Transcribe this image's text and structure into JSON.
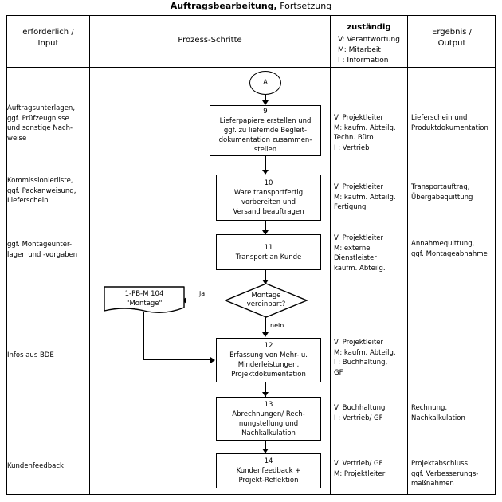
{
  "title": {
    "bold": "Auftragsbearbeitung,",
    "regular": "Fortsetzung"
  },
  "table": {
    "headers": {
      "input": "erforderlich /\nInput",
      "process": "Prozess-Schritte",
      "responsible_title": "zuständig",
      "responsible_legend": "V: Verantwortung\nM: Mitarbeit\nI : Information",
      "output": "Ergebnis /\nOutput"
    }
  },
  "inputs": [
    {
      "id": "input-9",
      "text": "Auftragsunterlagen,\nggf. Prüfzeugnisse\nund sonstige Nach-\nweise"
    },
    {
      "id": "input-10",
      "text": "Kommissionierliste,\nggf. Packanweisung,\nLieferschein"
    },
    {
      "id": "input-11",
      "text": "ggf. Montageunter-\nlagen und -vorgaben"
    },
    {
      "id": "input-12",
      "text": "Infos aus BDE"
    },
    {
      "id": "input-14",
      "text": "Kundenfeedback"
    }
  ],
  "connector": {
    "label": "A"
  },
  "steps": [
    {
      "number": "9",
      "text": "Lieferpapiere erstellen und\nggf. zu liefernde Begleit-\ndokumentation zusammen-\nstellen",
      "responsible": "V: Projektleiter\nM: kaufm. Abteilg.\n      Techn. Büro\n  I : Vertrieb",
      "output": "Lieferschein und\nProduktdokumentation"
    },
    {
      "number": "10",
      "text": "Ware transportfertig\nvorbereiten und\nVersand beauftragen",
      "responsible": "V: Projektleiter\nM: kaufm. Abteilg.\n      Fertigung",
      "output": "Transportauftrag,\nÜbergabequittung"
    },
    {
      "number": "11",
      "text": "Transport an Kunde",
      "responsible": "V: Projektleiter\nM: externe\n      Dienstleister\n      kaufm. Abteilg.",
      "output": "Annahmequittung,\nggf. Montageabnahme"
    },
    {
      "number": "12",
      "text": "Erfassung von Mehr- u.\nMinderleistungen,\nProjektdokumentation",
      "responsible": "V: Projektleiter\nM: kaufm. Abteilg.\n  I : Buchhaltung,\n      GF",
      "output": ""
    },
    {
      "number": "13",
      "text": "Abrechnungen/ Rech-\nnungstellung und\nNachkalkulation",
      "responsible": "V: Buchhaltung\n  I : Vertrieb/ GF",
      "output": "Rechnung,\nNachkalkulation"
    },
    {
      "number": "14",
      "text": "Kundenfeedback +\nProjekt-Reflektion",
      "responsible": "V: Vertrieb/ GF\nM: Projektleiter",
      "output": "Projektabschluss\nggf. Verbesserungs-\nmaßnahmen"
    }
  ],
  "decision": {
    "text": "Montage\nvereinbart?",
    "yes_label": "ja",
    "no_label": "nein"
  },
  "subprocess": {
    "text": "1-PB-M 104\n\"Montage\""
  },
  "colors": {
    "line": "#000000",
    "background": "#ffffff"
  }
}
